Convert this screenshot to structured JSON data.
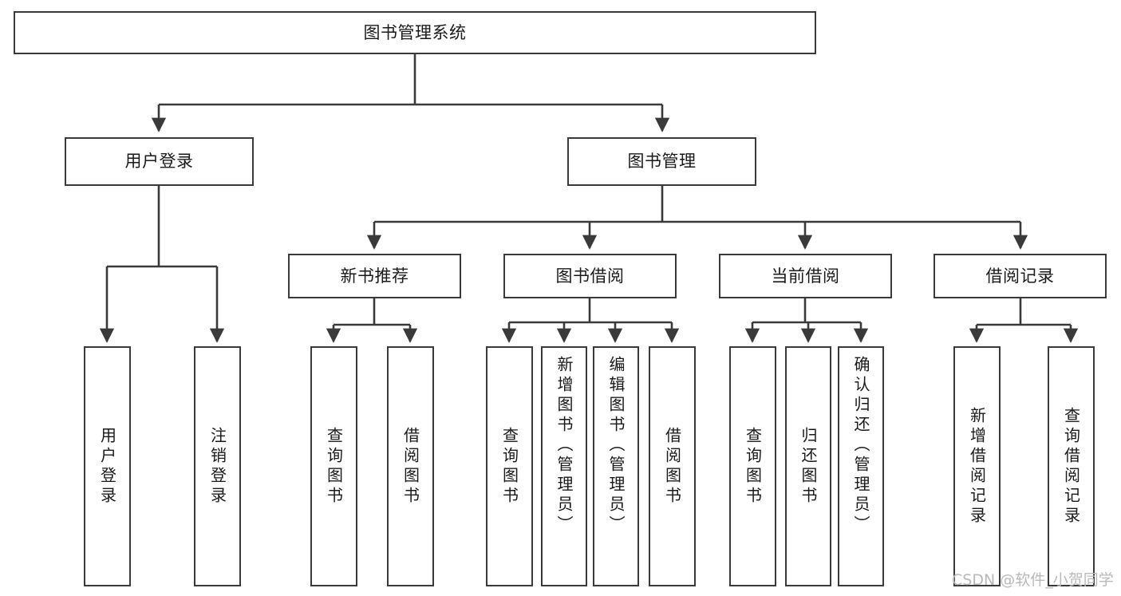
{
  "diagram": {
    "type": "tree-hierarchy",
    "title": "图书管理系统",
    "orientation": "top-down",
    "colors": {
      "box_border": "#3a3a3a",
      "box_fill": "#ffffff",
      "edge": "#3a3a3a",
      "text": "#1a1a1a",
      "watermark": "#b9b9b9",
      "background": "#ffffff"
    },
    "watermark": "CSDN @软件_小贺同学",
    "levels": {
      "level1": {
        "root": {
          "id": "root",
          "label": "图书管理系统"
        }
      },
      "level2": [
        {
          "id": "user-login",
          "label": "用户登录"
        },
        {
          "id": "book-management",
          "label": "图书管理"
        }
      ],
      "level3": [
        {
          "id": "new-book-recommend",
          "label": "新书推荐",
          "parent": "book-management"
        },
        {
          "id": "book-borrow",
          "label": "图书借阅",
          "parent": "book-management"
        },
        {
          "id": "current-borrow",
          "label": "当前借阅",
          "parent": "book-management"
        },
        {
          "id": "borrow-record",
          "label": "借阅记录",
          "parent": "book-management"
        }
      ],
      "leaves": [
        {
          "id": "leaf-user-login",
          "label": "用户登录",
          "parent": "user-login"
        },
        {
          "id": "leaf-logout-login",
          "label": "注销登录",
          "parent": "user-login"
        },
        {
          "id": "leaf-query-book-1",
          "label": "查询图书",
          "parent": "new-book-recommend"
        },
        {
          "id": "leaf-borrow-book-1",
          "label": "借阅图书",
          "parent": "new-book-recommend"
        },
        {
          "id": "leaf-query-book-2",
          "label": "查询图书",
          "parent": "book-borrow"
        },
        {
          "id": "leaf-add-book",
          "label": "新增图书（管理员）",
          "parent": "book-borrow"
        },
        {
          "id": "leaf-edit-book",
          "label": "编辑图书（管理员）",
          "parent": "book-borrow"
        },
        {
          "id": "leaf-borrow-book-2",
          "label": "借阅图书",
          "parent": "book-borrow"
        },
        {
          "id": "leaf-query-book-3",
          "label": "查询图书",
          "parent": "current-borrow"
        },
        {
          "id": "leaf-return-book",
          "label": "归还图书",
          "parent": "current-borrow"
        },
        {
          "id": "leaf-confirm-return",
          "label": "确认归还（管理员）",
          "parent": "current-borrow"
        },
        {
          "id": "leaf-add-record",
          "label": "新增借阅记录",
          "parent": "borrow-record"
        },
        {
          "id": "leaf-query-record",
          "label": "查询借阅记录",
          "parent": "borrow-record"
        }
      ]
    }
  }
}
